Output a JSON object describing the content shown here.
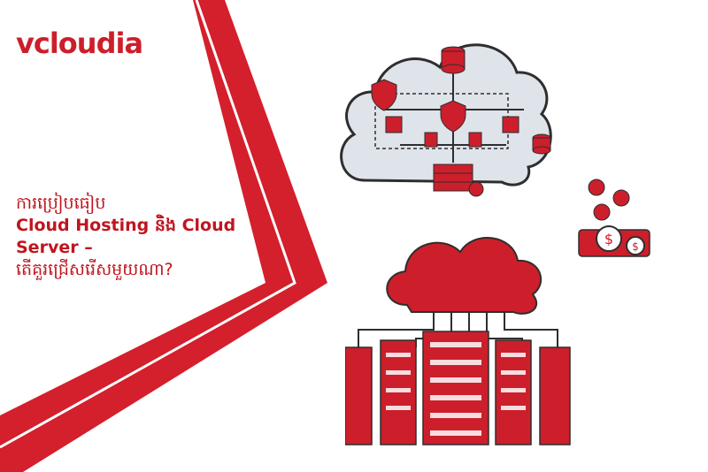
{
  "brand": {
    "logo_text": "vcloudia"
  },
  "headline": {
    "line1": "ការប្រៀបធៀប",
    "line2": "Cloud Hosting និង Cloud",
    "line3": "Server –",
    "line4": "តើគួរជ្រើសរើសមួយណា?"
  },
  "colors": {
    "brand_red": "#cc1f2b",
    "dark_red": "#a81620",
    "cloud_grey": "#dfe3ea",
    "outline": "#3b3b3b"
  },
  "icons": [
    "cloud-network-icon",
    "shield-icon",
    "database-icon",
    "firewall-icon",
    "coins-icon",
    "server-rack-icon"
  ]
}
